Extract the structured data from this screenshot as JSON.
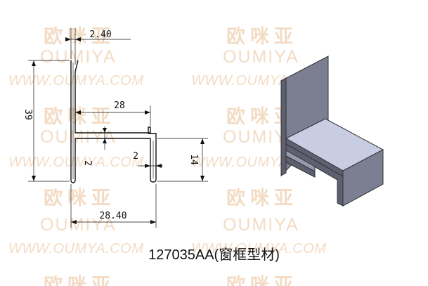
{
  "watermark": {
    "cn": "欧咪亚",
    "en": "OUMIYA",
    "url": "WWW.OUMYA.COM"
  },
  "dimensions": {
    "top_width": "2.40",
    "height_total": "39",
    "width_inner": "28",
    "gap": "2",
    "height_side": "14",
    "width_total": "28.40"
  },
  "caption": "127035AA(窗框型材)",
  "colors": {
    "line": "#111111",
    "watermark": "#f3dcc6",
    "profile_top": "#c9cde3",
    "profile_side": "#7c7e92",
    "profile_dark": "#5e5f70"
  }
}
